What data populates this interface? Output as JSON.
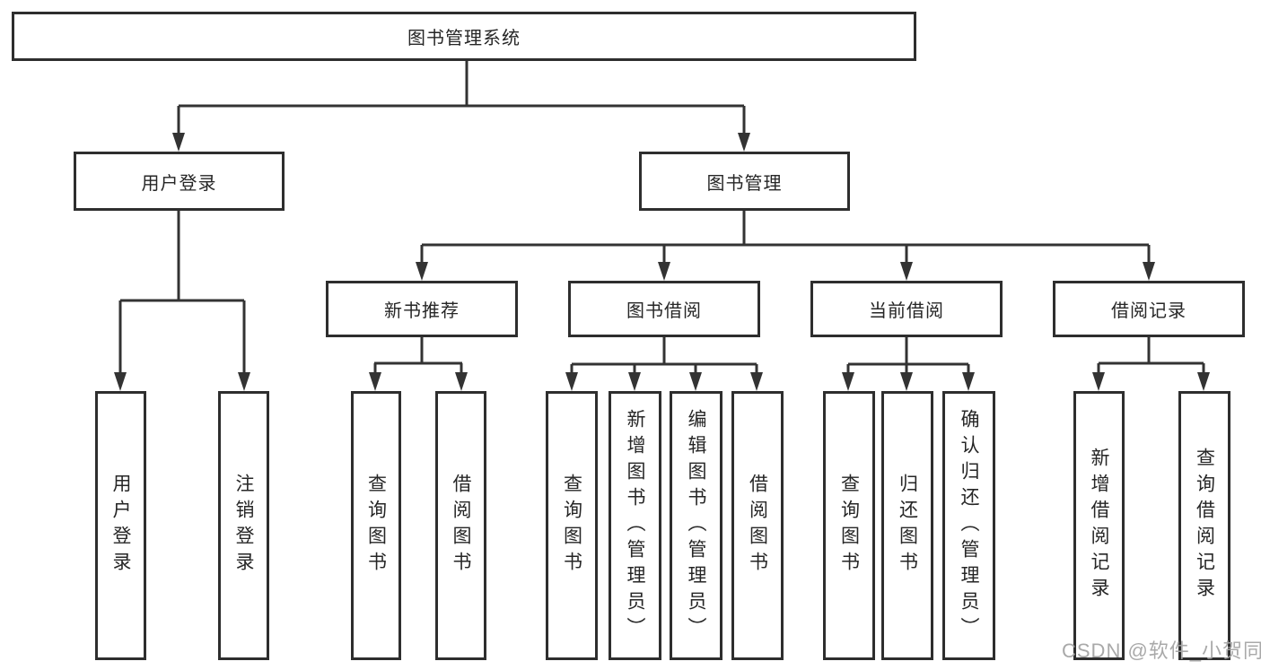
{
  "diagram": {
    "type": "tree",
    "root": {
      "label": "图书管理系统"
    },
    "level2": [
      {
        "label": "用户登录"
      },
      {
        "label": "图书管理"
      }
    ],
    "level3": [
      {
        "label": "新书推荐",
        "parent": "图书管理"
      },
      {
        "label": "图书借阅",
        "parent": "图书管理"
      },
      {
        "label": "当前借阅",
        "parent": "图书管理"
      },
      {
        "label": "借阅记录",
        "parent": "图书管理"
      }
    ],
    "leaves": {
      "user_login": [
        {
          "label": "用户登录"
        },
        {
          "label": "注销登录"
        }
      ],
      "new_book": [
        {
          "label": "查询图书"
        },
        {
          "label": "借阅图书"
        }
      ],
      "book_borrow": [
        {
          "label": "查询图书"
        },
        {
          "label": "新增图书（管理员）"
        },
        {
          "label": "编辑图书（管理员）"
        },
        {
          "label": "借阅图书"
        }
      ],
      "current_borrow": [
        {
          "label": "查询图书"
        },
        {
          "label": "归还图书"
        },
        {
          "label": "确认归还（管理员）"
        }
      ],
      "borrow_records": [
        {
          "label": "新增借阅记录"
        },
        {
          "label": "查询借阅记录"
        }
      ]
    }
  },
  "watermark": {
    "text": "CSDN @软件_小贺同学",
    "color": "#a5a5a5"
  },
  "colors": {
    "line": "#333333",
    "box_border": "#2e2e2e",
    "text": "#262626",
    "background": "#ffffff"
  }
}
